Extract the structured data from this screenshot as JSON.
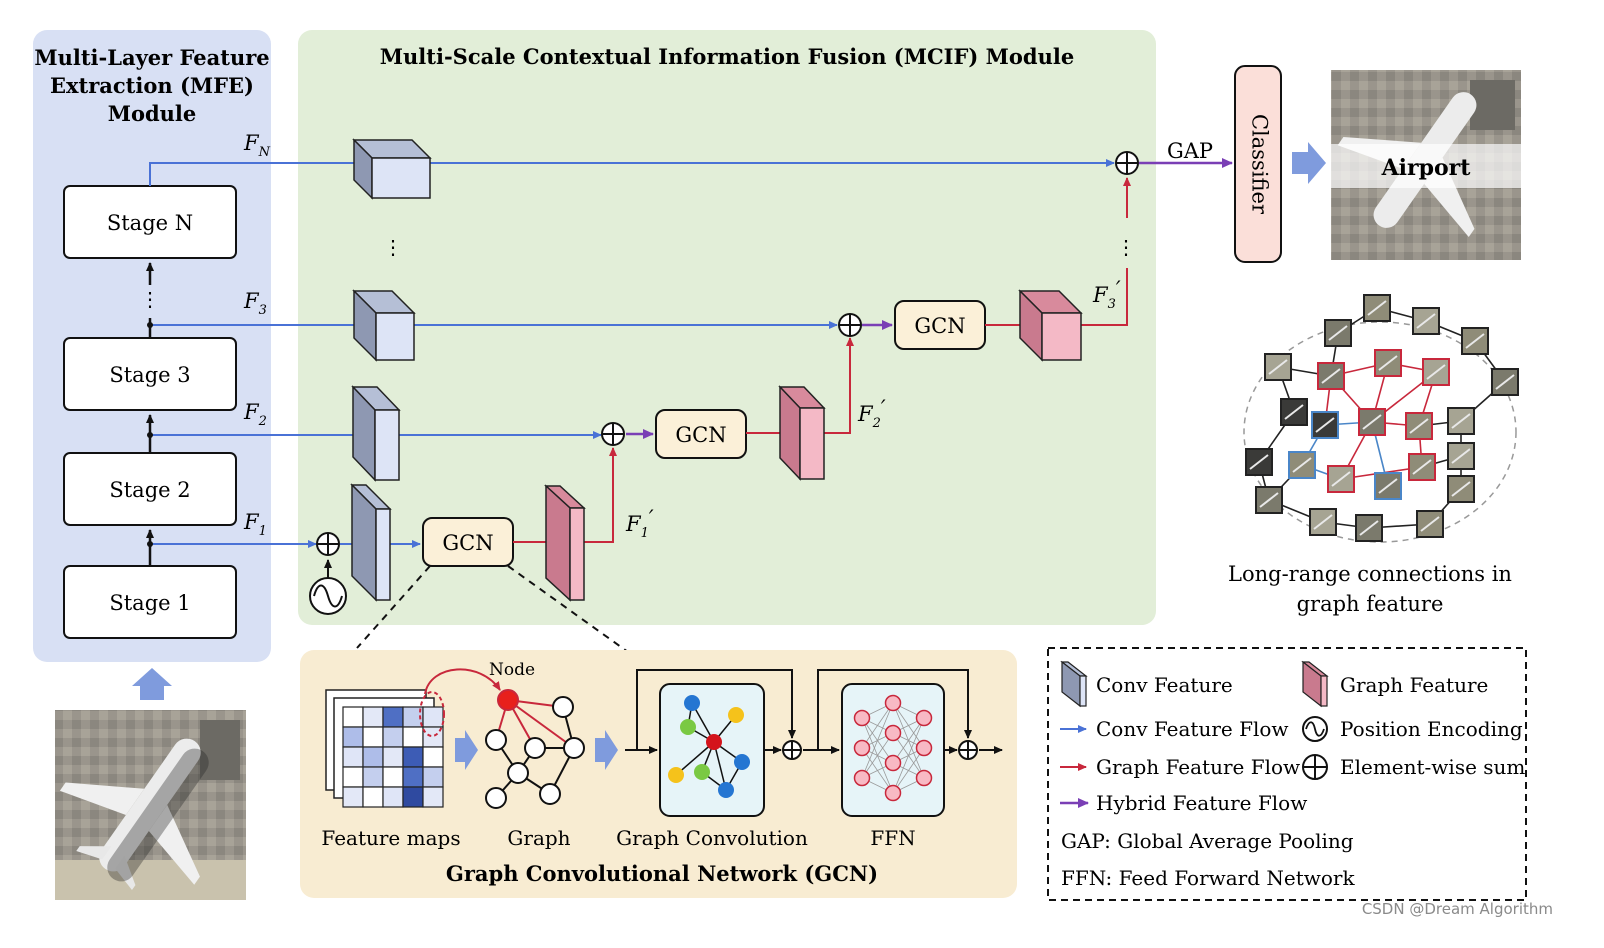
{
  "colors": {
    "conv_flow": "#4a72d6",
    "graph_flow": "#c8283c",
    "hybrid_flow": "#7a3fb5",
    "mfe_bg": "#d8e0f4",
    "mcif_bg": "#e2eed8",
    "gcn_panel_bg": "#f8ecd2",
    "gcn_box": "#fbf0d8",
    "conv_feature": "#dde4f6",
    "graph_feature": "#f4b9c6",
    "classifier": "#fbdfd9",
    "block_arrow": "#7f9bdd"
  },
  "mfe": {
    "title_line1": "Multi-Layer Feature",
    "title_line2": "Extraction (MFE)",
    "title_line3": "Module",
    "stage_n": "Stage N",
    "stage_3": "Stage 3",
    "stage_2": "Stage 2",
    "stage_1": "Stage 1",
    "dots": "⋮"
  },
  "mcif": {
    "title": "Multi-Scale Contextual Information Fusion (MCIF) Module",
    "gcn": "GCN",
    "dots": "⋮"
  },
  "features": {
    "f_n": "F",
    "f_n_sub": "N",
    "f_3": "F",
    "f_3_sub": "3",
    "f_2": "F",
    "f_2_sub": "2",
    "f_1": "F",
    "f_1_sub": "1",
    "f3p": "F",
    "f3p_sub": "3",
    "f2p": "F",
    "f2p_sub": "2",
    "f1p": "F",
    "f1p_sub": "1",
    "prime": "′"
  },
  "output": {
    "gap": "GAP",
    "classifier": "Classifier",
    "result_label": "Airport"
  },
  "graph_panel": {
    "caption_line1": "Long-range connections in",
    "caption_line2": "graph feature"
  },
  "gcn_detail": {
    "node_label": "Node",
    "feature_maps": "Feature maps",
    "graph": "Graph",
    "graph_conv": "Graph Convolution",
    "ffn": "FFN",
    "title": "Graph Convolutional Network (GCN)"
  },
  "legend": {
    "conv_feature": "Conv Feature",
    "graph_feature": "Graph Feature",
    "conv_flow": "Conv Feature Flow",
    "position_encoding": "Position Encoding",
    "graph_flow": "Graph Feature Flow",
    "element_sum": "Element-wise sum",
    "hybrid_flow": "Hybrid Feature Flow",
    "gap_def": "GAP: Global Average Pooling",
    "ffn_def": "FFN: Feed Forward Network"
  },
  "watermark": "CSDN @Dream Algorithm"
}
